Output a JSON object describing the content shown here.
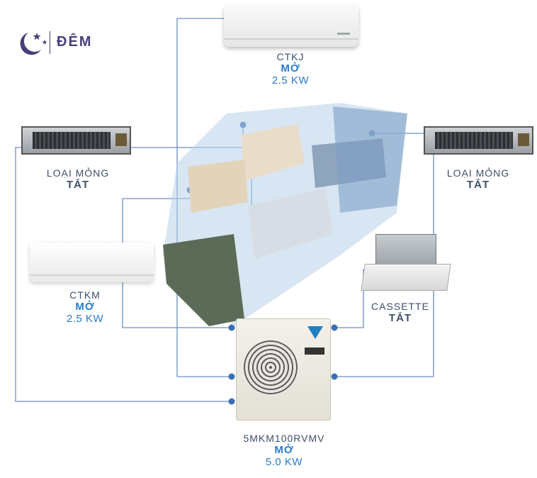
{
  "mode": {
    "label": "ĐÊM",
    "icon": "moon-stars-icon"
  },
  "units": {
    "ctkj": {
      "name": "CTKJ",
      "status": "MỞ",
      "power": "2.5 KW"
    },
    "duct_left": {
      "name": "LOẠI MỎNG",
      "status": "TẮT"
    },
    "duct_right": {
      "name": "LOẠI MỎNG",
      "status": "TẮT"
    },
    "ctkm": {
      "name": "CTKM",
      "status": "MỞ",
      "power": "2.5 KW"
    },
    "cassette": {
      "name": "CASSETTE",
      "status": "TẮT"
    }
  },
  "outdoor": {
    "name": "5MKM100RVMV",
    "status": "MỞ",
    "power": "5.0 KW"
  },
  "colors": {
    "line": "#6b8fc4",
    "dot": "#3a6fb5",
    "on": "#2b7bc9",
    "off": "#3d4f6a",
    "mode": "#4a3f7a"
  }
}
